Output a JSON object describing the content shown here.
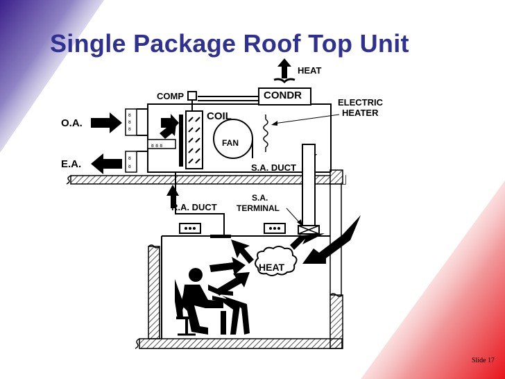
{
  "title": "Single Package Roof Top Unit",
  "labels": {
    "heat_top": "HEAT",
    "comp": "COMP",
    "condr": "CONDR",
    "electric": "ELECTRIC",
    "heater": "HEATER",
    "coil": "COIL",
    "oa": "O.A.",
    "fan": "FAN",
    "ea": "E.A.",
    "sa_duct": "S.A. DUCT",
    "sa": "S.A.",
    "terminal": "TERMINAL",
    "ra_duct": "R.A. DUCT",
    "heat_room": "HEAT"
  },
  "slide_number": "Slide 17",
  "colors": {
    "title": "#2e3192",
    "corner_blue": "#2e3192",
    "corner_red": "#e8141b"
  }
}
